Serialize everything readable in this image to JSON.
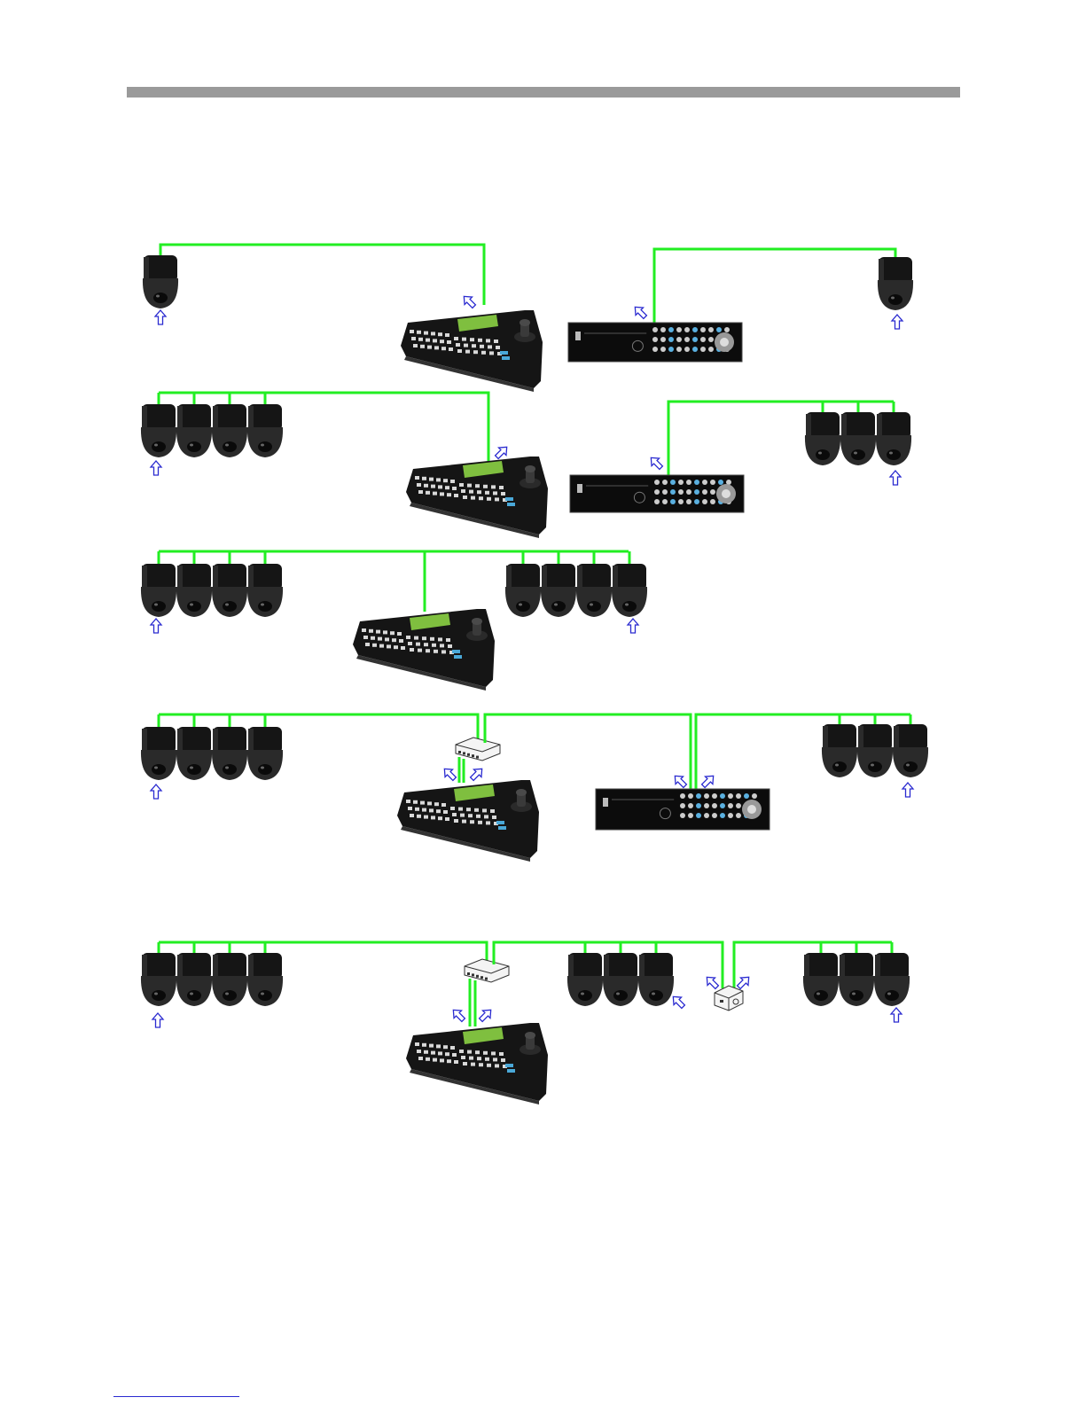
{
  "colors": {
    "page_background": "#ffffff",
    "header_rule": "#9a9a9a",
    "cable": "#22ee22",
    "arrow": "#2a2ad0",
    "device_body": "#151515",
    "camera_dome": "#2a2a2a",
    "lcd_screen": "#7fbf3f",
    "footer_rule": "#2a2ad0"
  },
  "icons": {
    "camera": "ptz-dome-camera-icon",
    "keyboard": "control-keyboard-icon",
    "dvr": "dvr-recorder-icon",
    "hub": "network-hub-icon",
    "converter": "converter-box-icon",
    "arrow": "blue-outline-arrow-icon"
  },
  "diagrams": [
    {
      "id": "row-1",
      "keyboards": 1,
      "dvrs": 1,
      "hubs": 0,
      "converters": 0,
      "camera_groups": [
        1,
        1
      ]
    },
    {
      "id": "row-2",
      "keyboards": 1,
      "dvrs": 1,
      "hubs": 0,
      "converters": 0,
      "camera_groups": [
        4,
        3
      ]
    },
    {
      "id": "row-3",
      "keyboards": 1,
      "dvrs": 0,
      "hubs": 0,
      "converters": 0,
      "camera_groups": [
        4,
        4
      ]
    },
    {
      "id": "row-4",
      "keyboards": 1,
      "dvrs": 1,
      "hubs": 1,
      "converters": 0,
      "camera_groups": [
        4,
        3
      ]
    },
    {
      "id": "row-5",
      "keyboards": 1,
      "dvrs": 0,
      "hubs": 1,
      "converters": 1,
      "camera_groups": [
        4,
        3,
        3
      ]
    }
  ]
}
